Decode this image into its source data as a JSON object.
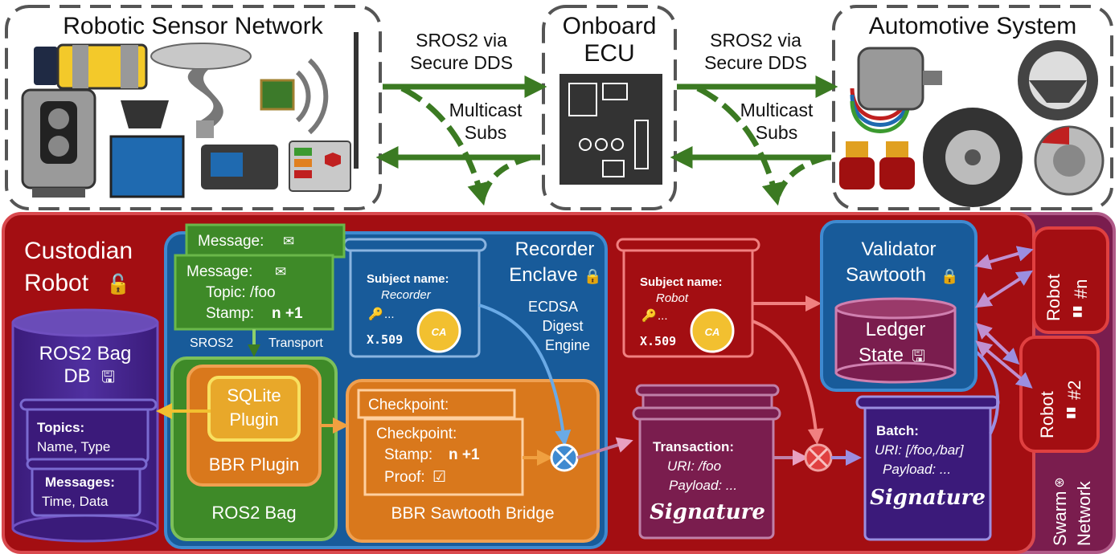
{
  "top": {
    "sensor_network_title": "Robotic Sensor Network",
    "ecu_title_line1": "Onboard",
    "ecu_title_line2": "ECU",
    "automotive_title": "Automotive System",
    "link_left_line1": "SROS2 via",
    "link_left_line2": "Secure DDS",
    "link_right_line1": "SROS2 via",
    "link_right_line2": "Secure DDS",
    "multicast_left_line1": "Multicast",
    "multicast_left_line2": "Subs",
    "multicast_right_line1": "Multicast",
    "multicast_right_line2": "Subs"
  },
  "custodian": {
    "title_line1": "Custodian",
    "title_line2": "Robot",
    "lock_icon_glyph": "🔓"
  },
  "bag_db": {
    "title_line1": "ROS2 Bag",
    "title_line2": "DB",
    "topics_label": "Topics:",
    "topics_value": "Name, Type",
    "messages_label": "Messages:",
    "messages_value": "Time, Data"
  },
  "message": {
    "back_label": "Message:",
    "front_label": "Message:",
    "topic_line": "Topic: /foo",
    "stamp_label": "Stamp:",
    "stamp_value": "n +1",
    "sros2_label": "SROS2",
    "transport_label": "Transport"
  },
  "rosbag": {
    "sqlite_line1": "SQLite",
    "sqlite_line2": "Plugin",
    "bbr_plugin": "BBR Plugin",
    "ros2_bag": "ROS2 Bag"
  },
  "recorder": {
    "enclave_line1": "Recorder",
    "enclave_line2": "Enclave",
    "subject_label": "Subject name:",
    "subject_value": "Recorder",
    "key_text": "...",
    "cert_type": "X.509",
    "ca_badge": "CA",
    "ecdsa_line1": "ECDSA",
    "ecdsa_line2": "Digest",
    "ecdsa_line3": "Engine"
  },
  "bridge": {
    "checkpoint_back": "Checkpoint:",
    "checkpoint_front": "Checkpoint:",
    "stamp_label": "Stamp:",
    "stamp_value": "n +1",
    "proof_label": "Proof:",
    "proof_glyph": "☑",
    "title": "BBR Sawtooth Bridge"
  },
  "robot_cert": {
    "subject_label": "Subject name:",
    "subject_value": "Robot",
    "key_text": "...",
    "cert_type": "X.509",
    "ca_badge": "CA"
  },
  "transaction": {
    "label": "Transaction:",
    "uri": "URI: /foo",
    "payload": "Payload: ...",
    "signature": "Signature"
  },
  "validator": {
    "title_line1": "Validator",
    "title_line2": "Sawtooth",
    "ledger_line1": "Ledger",
    "ledger_line2": "State"
  },
  "batch": {
    "label": "Batch:",
    "uri": "URI: [/foo,/bar]",
    "payload": "Payload: ...",
    "signature": "Signature"
  },
  "swarm": {
    "robot_n": "Robot",
    "robot_n_id": "#n",
    "robot_2": "Robot",
    "robot_2_id": "#2",
    "network_line1": "Swarm",
    "network_line2": "Network"
  },
  "colors": {
    "custodian_red": "#a30e12",
    "swarm_purple": "#7a1d4e",
    "enclave_blue": "#185b9a",
    "ros_green": "#3e8a28",
    "bridge_orange": "#d9781c",
    "bag_purple": "#3b1a7a",
    "arrow_green": "#3b7a22"
  }
}
